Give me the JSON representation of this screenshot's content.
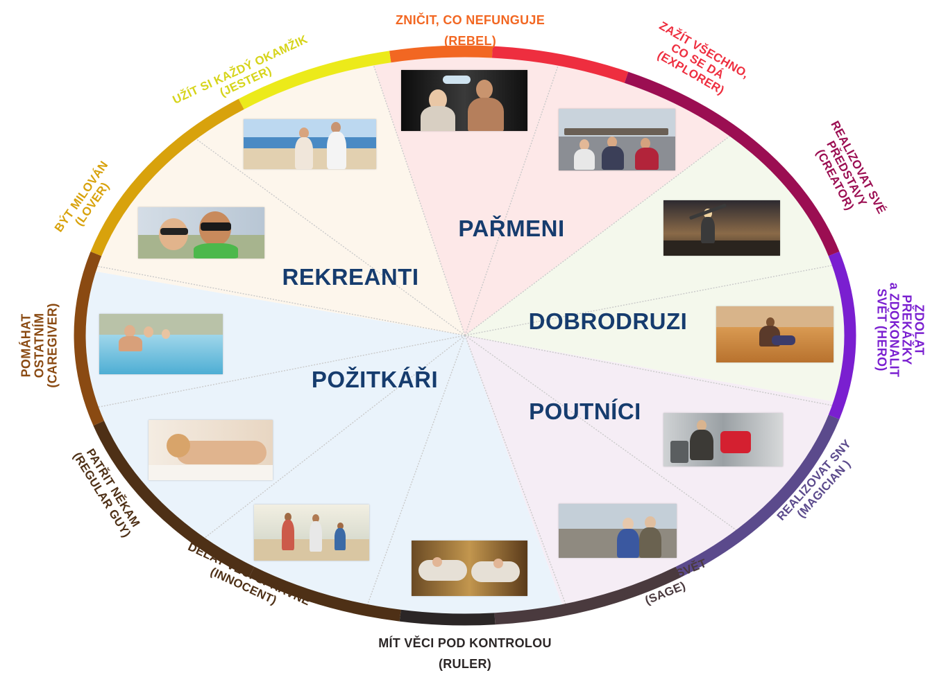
{
  "groups": {
    "parmeni": "PAŘMENI",
    "rekreanti": "REKREANTI",
    "dobrodruzi": "DOBRODRUZI",
    "pozitkari": "POŽITKÁŘI",
    "poutnici": "POUTNÍCI"
  },
  "archetypes": {
    "rebel": "ZNIČIT, CO NEFUNGUJE\n(REBEL)",
    "explorer": "ZAŽÍT VŠECHNO,\nCO SE DÁ\n(EXPLORER)",
    "creator": "REALIZOVAT SVÉ\nPŘEDSTAVY\n(CREATOR)",
    "hero": "ZDOLAT\nPŘEKÁŽKY\na ZDOKONALIT\nSVĚT (HERO)",
    "magician": "REALIZOVAT SNY\n(MAGICIAN )",
    "sage": "POCHOPIT SVĚT\n(SAGE)",
    "ruler": "MÍT VĚCI POD KONTROLOU\n(RULER)",
    "innocent": "DĚLAT VĚCI SPRÁVNĚ\n(INNOCENT)",
    "regular_guy": "PATŘIT NĚKAM\n(REGULAR GUY)",
    "caregiver": "POMÁHAT\nOSTATNÍM\n(CAREGIVER)",
    "lover": "BÝT MILOVÁN\n(LOVER)",
    "jester": "UŽÍT SI KAŽDÝ OKAMŽIK\n(JESTER)"
  },
  "colors": {
    "rebel": "#f26722",
    "explorer": "#ee2e3f",
    "creator": "#9b0e52",
    "hero": "#7a1fd0",
    "magician": "#5b4a8c",
    "sage": "#4a3a3e",
    "ruler": "#2b2626",
    "innocent": "#4e3016",
    "regular_guy": "#4e3016",
    "caregiver": "#8a4a12",
    "lover": "#d8a20c",
    "jester": "#ecea1a",
    "group_text": "#163c6e",
    "sector_parmeni": "#fde8e8",
    "sector_rekreanti": "#fdf6ec",
    "sector_dobrodruzi": "#f4f8ec",
    "sector_pozitkari": "#eaf3fb",
    "sector_poutnici": "#f5edf5"
  },
  "photos": [
    {
      "id": "rebel",
      "desc_icon": "party-photo"
    },
    {
      "id": "explorer",
      "desc_icon": "boat-friends-photo"
    },
    {
      "id": "creator",
      "desc_icon": "hiker-sunset-photo"
    },
    {
      "id": "hero",
      "desc_icon": "desert-traveler-photo"
    },
    {
      "id": "magician",
      "desc_icon": "airport-traveler-photo"
    },
    {
      "id": "sage",
      "desc_icon": "elderly-couple-photo"
    },
    {
      "id": "ruler",
      "desc_icon": "luxury-bath-photo"
    },
    {
      "id": "innocent",
      "desc_icon": "family-beach-photo"
    },
    {
      "id": "regular_guy",
      "desc_icon": "massage-photo"
    },
    {
      "id": "caregiver",
      "desc_icon": "family-pool-photo"
    },
    {
      "id": "lover",
      "desc_icon": "couple-selfie-photo"
    },
    {
      "id": "jester",
      "desc_icon": "beach-walk-photo"
    }
  ]
}
